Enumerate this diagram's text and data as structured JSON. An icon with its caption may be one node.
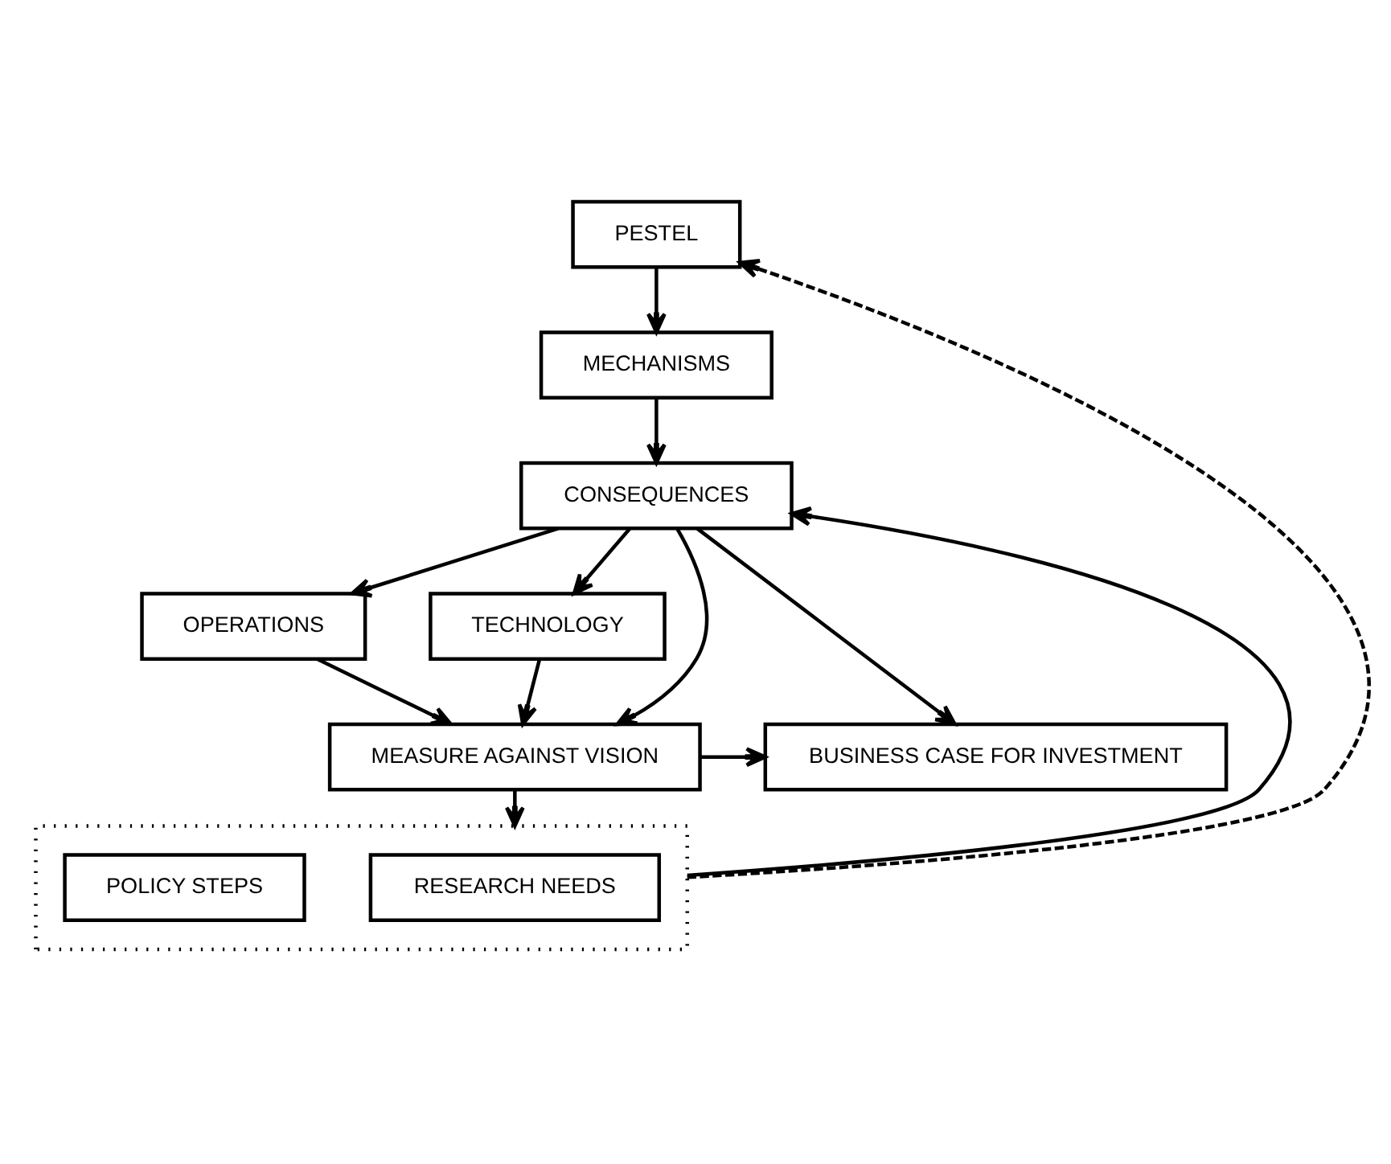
{
  "diagram": {
    "nodes": [
      {
        "text": [
          "PESTEL"
        ]
      },
      {
        "text": [
          "MECHANISMS"
        ]
      },
      {
        "text": [
          "CONSEQUENCES"
        ]
      },
      {
        "text": [
          "OPERATIONS"
        ]
      },
      {
        "text": [
          "TECHNOLOGY"
        ]
      },
      {
        "text": [
          "MEASURE AGAINST VISION"
        ]
      },
      {
        "text": [
          "BUSINESS CASE FOR INVESTMENT"
        ]
      },
      {
        "text": [],
        "shape": "box"
      },
      {
        "text": [
          "RESEARCH NEEDS"
        ],
        "in": 7
      },
      {
        "text": [
          "POLICY STEPS"
        ],
        "in": 7
      }
    ],
    "edges": [
      {
        "from": 0,
        "to": 1,
        "arrow": "to"
      },
      {
        "from": 1,
        "to": 2,
        "arrow": "to"
      },
      {
        "from": 2,
        "to": 3,
        "arrow": "to"
      },
      {
        "from": 2,
        "to": 4,
        "arrow": "to"
      },
      {
        "from": 2,
        "to": 5,
        "arrow": "to"
      },
      {
        "from": 2,
        "to": 6,
        "arrow": "to"
      },
      {
        "from": 3,
        "to": 5,
        "arrow": "to"
      },
      {
        "from": 4,
        "to": 5,
        "arrow": "to"
      },
      {
        "from": 5,
        "to": 6,
        "arrow": "to"
      },
      {
        "from": 5,
        "to": 7,
        "arrow": "to"
      },
      {
        "from": 7,
        "to": 2,
        "arrow": "to"
      },
      {
        "from": 7,
        "to": 0,
        "arrow": "to",
        "style": "dashed"
      }
    ]
  }
}
